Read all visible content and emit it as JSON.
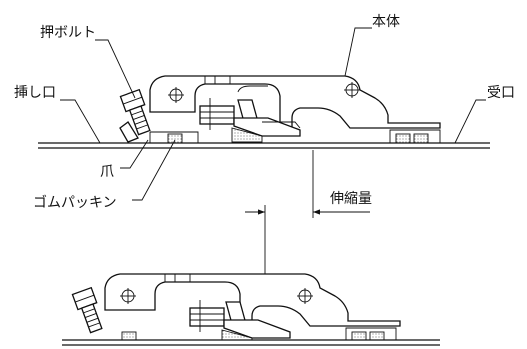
{
  "labels": {
    "push_bolt": "押ボルト",
    "main_body": "本体",
    "spigot": "挿し口",
    "socket": "受口",
    "claw": "爪",
    "rubber_packing": "ゴムパッキン",
    "extension": "伸縮量"
  }
}
